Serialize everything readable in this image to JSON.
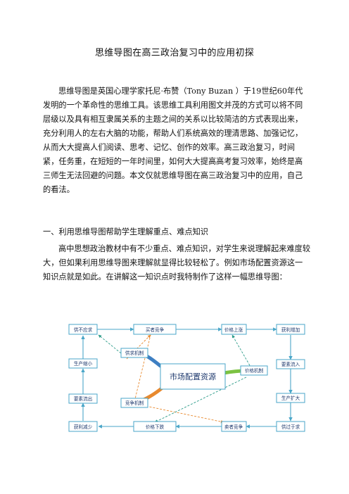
{
  "doc": {
    "title": "思维导图在高三政治复习中的应用初探",
    "para1": "思维导图是英国心理学家托尼·布赞（Tony Buzan ）于19世纪60年代发明的一个革命性的思维工具。该思维工具利用图文并茂的方式可以将不同层级以及具有相互隶属关系的主题之间的关系以比较简洁的方式表现出来，充分利用人的左右大脑的功能，帮助人们系统高效的理清思路、加强记忆，从而大大提高人们阅读、思考、记忆、创作的效率。高三政治复习，时间紧，任务重，在短短的一年时间里，如何大大提高高考复习效率，始终是高三师生无法回避的问题。本文仅就思维导图在高三政治复习中的应用，自己的看法。",
    "section1": "一、利用思维导图帮助学生理解重点、难点知识",
    "para2": "高中思想政治教材中有不少重点、难点知识，对学生来说理解起来难度较大，但如果利用思维导图来理解就显得比较轻松了。例如市场配置资源这一知识点就是如此。在讲解这一知识点时我特制作了这样一幅思维导图："
  },
  "mindmap": {
    "center": "市场配置资源",
    "branch_supply": "供求机制",
    "branch_price": "价格机制",
    "branch_competition": "竞争机制",
    "node_oversupply": "供不应求",
    "node_buyers": "买者竞争",
    "node_price_up": "价格上涨",
    "node_profit_up": "获利增加",
    "node_factor_in": "要素流入",
    "node_expand": "生产扩大",
    "node_surplus": "供过于求",
    "node_sellers": "卖者竞争",
    "node_price_down": "价格下跌",
    "node_profit_down": "获利减少",
    "node_factor_out": "要素流出",
    "node_shrink": "生产缩小"
  }
}
